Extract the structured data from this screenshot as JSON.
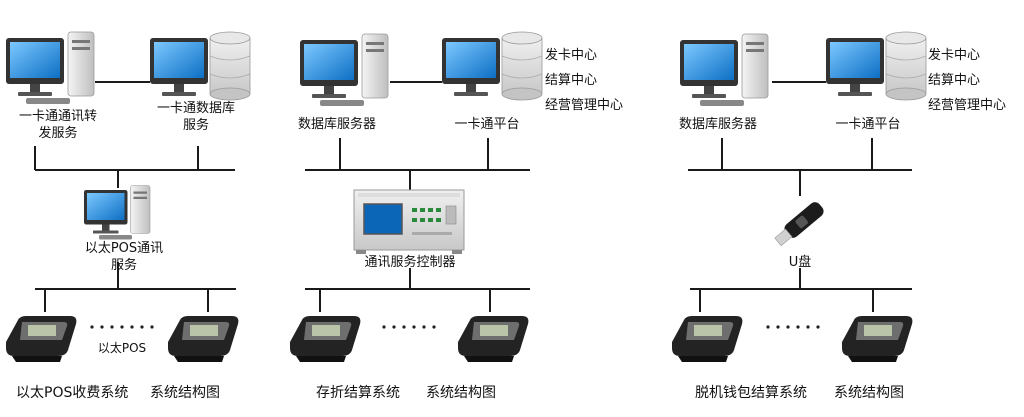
{
  "panels": [
    {
      "top_left_label": "一卡通通讯转\n发服务",
      "top_right_label": "一卡通数据库\n服务",
      "middle_label": "以太POS通讯\n服务",
      "bottom_label": "以太POS",
      "caption_left": "以太POS收费系统",
      "caption_right": "系统结构图"
    },
    {
      "top_left_label": "数据库服务器",
      "top_right_label": "一卡通平台",
      "side_lines": [
        "发卡中心",
        "结算中心",
        "经营管理中心"
      ],
      "middle_label": "通讯服务控制器",
      "caption_left": "存折结算系统",
      "caption_right": "系统结构图"
    },
    {
      "top_left_label": "数据库服务器",
      "top_right_label": "一卡通平台",
      "side_lines": [
        "发卡中心",
        "结算中心",
        "经营管理中心"
      ],
      "middle_label": "U盘",
      "caption_left": "脱机钱包结算系统",
      "caption_right": "系统结构图"
    }
  ],
  "colors": {
    "line": "#1a1a1a",
    "screen": "#1f8fe0",
    "device": "#2b2b2b"
  }
}
